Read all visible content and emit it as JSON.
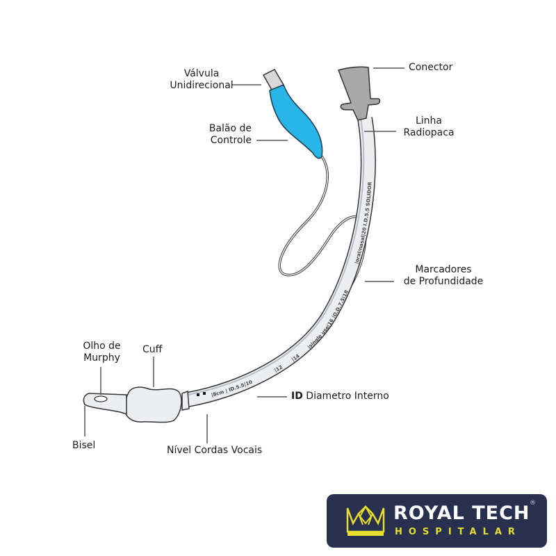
{
  "diagram": {
    "title": "Tubo Endotraqueal",
    "labels": {
      "valvula": [
        "Válvula",
        "Unidirecional"
      ],
      "balao": [
        "Balão de",
        "Controle"
      ],
      "conector": "Conector",
      "linha": [
        "Linha",
        "Radiopaca"
      ],
      "marcadores": [
        "Marcadores",
        "de Profundidade"
      ],
      "olho": [
        "Olho de",
        "Murphy"
      ],
      "cuff": "Cuff",
      "bisel": "Bisel",
      "nivel": "Nível Cordas Vocais",
      "id_bold": "ID",
      "id_rest": " Diametro Interno"
    },
    "tube_markings": {
      "upper": "|oral/nasal|20 I.D.5.5 SOLIDOR",
      "middle": "|single use|16   |O.D.7.5|18",
      "lower_14": "|14",
      "lower_12": "|12",
      "lower_10": "|8cm | ID.5.5|10"
    },
    "colors": {
      "balloon": "#29b6e6",
      "connector": "#a9a9a9",
      "tube_fill": "#eceef1",
      "logo_bg": "#27304f",
      "logo_yellow": "#e8de2b"
    }
  },
  "logo": {
    "brand": "ROYAL TECH",
    "registered": "®",
    "subtitle": "HOSPITALAR",
    "icon": "crown-icon"
  }
}
